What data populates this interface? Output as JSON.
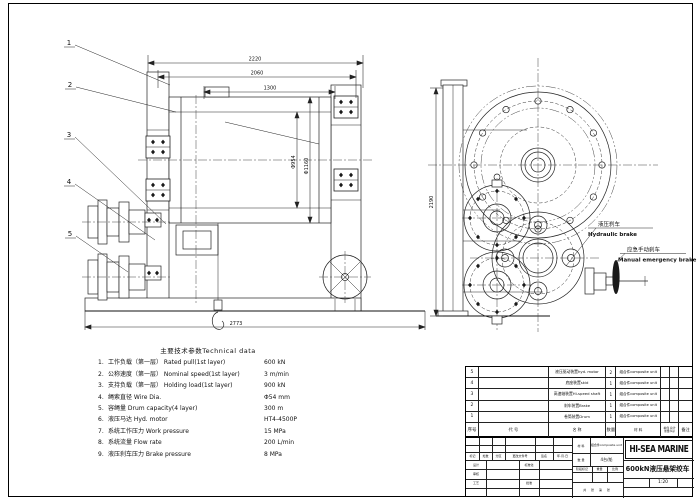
{
  "meta": {
    "company": "HI-SEA MARINE",
    "drawing_title": "600kN液压悬架绞车",
    "scale": "1:20"
  },
  "tech": {
    "title": "主要技术参数Technical data",
    "rows": [
      {
        "no": "1.",
        "label": "工作负载（第一层） Rated pull(1st layer)",
        "value": "600 kN"
      },
      {
        "no": "2.",
        "label": "公称速度（第一层） Nominal speed(1st layer)",
        "value": "3 m/min"
      },
      {
        "no": "3.",
        "label": "支持负载（第一层） Holding load(1st layer)",
        "value": "900 kN"
      },
      {
        "no": "4.",
        "label": "绳索直径 Wire Dia.",
        "value": "Φ54 mm"
      },
      {
        "no": "5.",
        "label": "容绳量 Drum capacity(4 layer)",
        "value": "300 m"
      },
      {
        "no": "6.",
        "label": "液压马达 Hyd. motor",
        "value": "HT4-4500P"
      },
      {
        "no": "7.",
        "label": "系统工作压力 Work pressure",
        "value": "15 MPa"
      },
      {
        "no": "8.",
        "label": "系统流量 Flow rate",
        "value": "200 L/min"
      },
      {
        "no": "9.",
        "label": "液压刹车压力 Brake pressure",
        "value": "8 MPa"
      }
    ]
  },
  "bom": {
    "headers": {
      "no": "序号",
      "code": "代  号",
      "name": "名  称",
      "qty": "数量",
      "material": "材  料",
      "weight_top": "单件 总计",
      "weight_bottom": "重量(kg)",
      "note": "备注"
    },
    "rows": [
      {
        "no": "5",
        "code": "",
        "name": "液压驱动装置hyd. motor",
        "qty": "2",
        "material": "组合件composite unit"
      },
      {
        "no": "4",
        "code": "",
        "name": "底座装置skid",
        "qty": "1",
        "material": "组合件composite unit"
      },
      {
        "no": "3",
        "code": "",
        "name": "高速轴装置Hi-speed shaft",
        "qty": "1",
        "material": "组合件composite unit"
      },
      {
        "no": "2",
        "code": "",
        "name": "刹车装置Brake",
        "qty": "1",
        "material": "组合件composite unit"
      },
      {
        "no": "1",
        "code": "",
        "name": "卷筒装置Drum",
        "qty": "1",
        "material": "组合件composite unit"
      }
    ]
  },
  "title_block": {
    "material_label": "材 料",
    "material_value": "组合件composite unit",
    "qty_label": "数 量",
    "qty_value": "4台/船",
    "stage_label": "阶段标记",
    "weight_label": "重量",
    "scale_label": "比例",
    "scale_value": "1:20",
    "sheet_label": "共 张 第 张",
    "rev_headers": [
      "标记",
      "处数",
      "分区",
      "更改文件号",
      "签名",
      "年.月.日"
    ],
    "sign_design": "设计",
    "sign_check": "审核",
    "sign_process": "工艺",
    "sign_approve": "批准",
    "sign_std": "标准化",
    "company": "HI-SEA MARINE",
    "title": "600kN液压悬架绞车"
  },
  "dims": {
    "width_overall": "2220",
    "width_inner": "2060",
    "drum_length": "1300",
    "base_length": "2773",
    "height": "2190",
    "drum_dia": "Φ954",
    "flange_dia": "Φ1160"
  },
  "callouts": [
    "1",
    "2",
    "3",
    "4",
    "5"
  ],
  "labels": {
    "hyd_brake_cn": "液压刹车",
    "hyd_brake_en": "Hydraulic brake",
    "manual_brake_cn": "应急手动刹车",
    "manual_brake_en": "Manual emergency brake"
  },
  "colors": {
    "line": "#222222",
    "paper": "#ffffff"
  }
}
